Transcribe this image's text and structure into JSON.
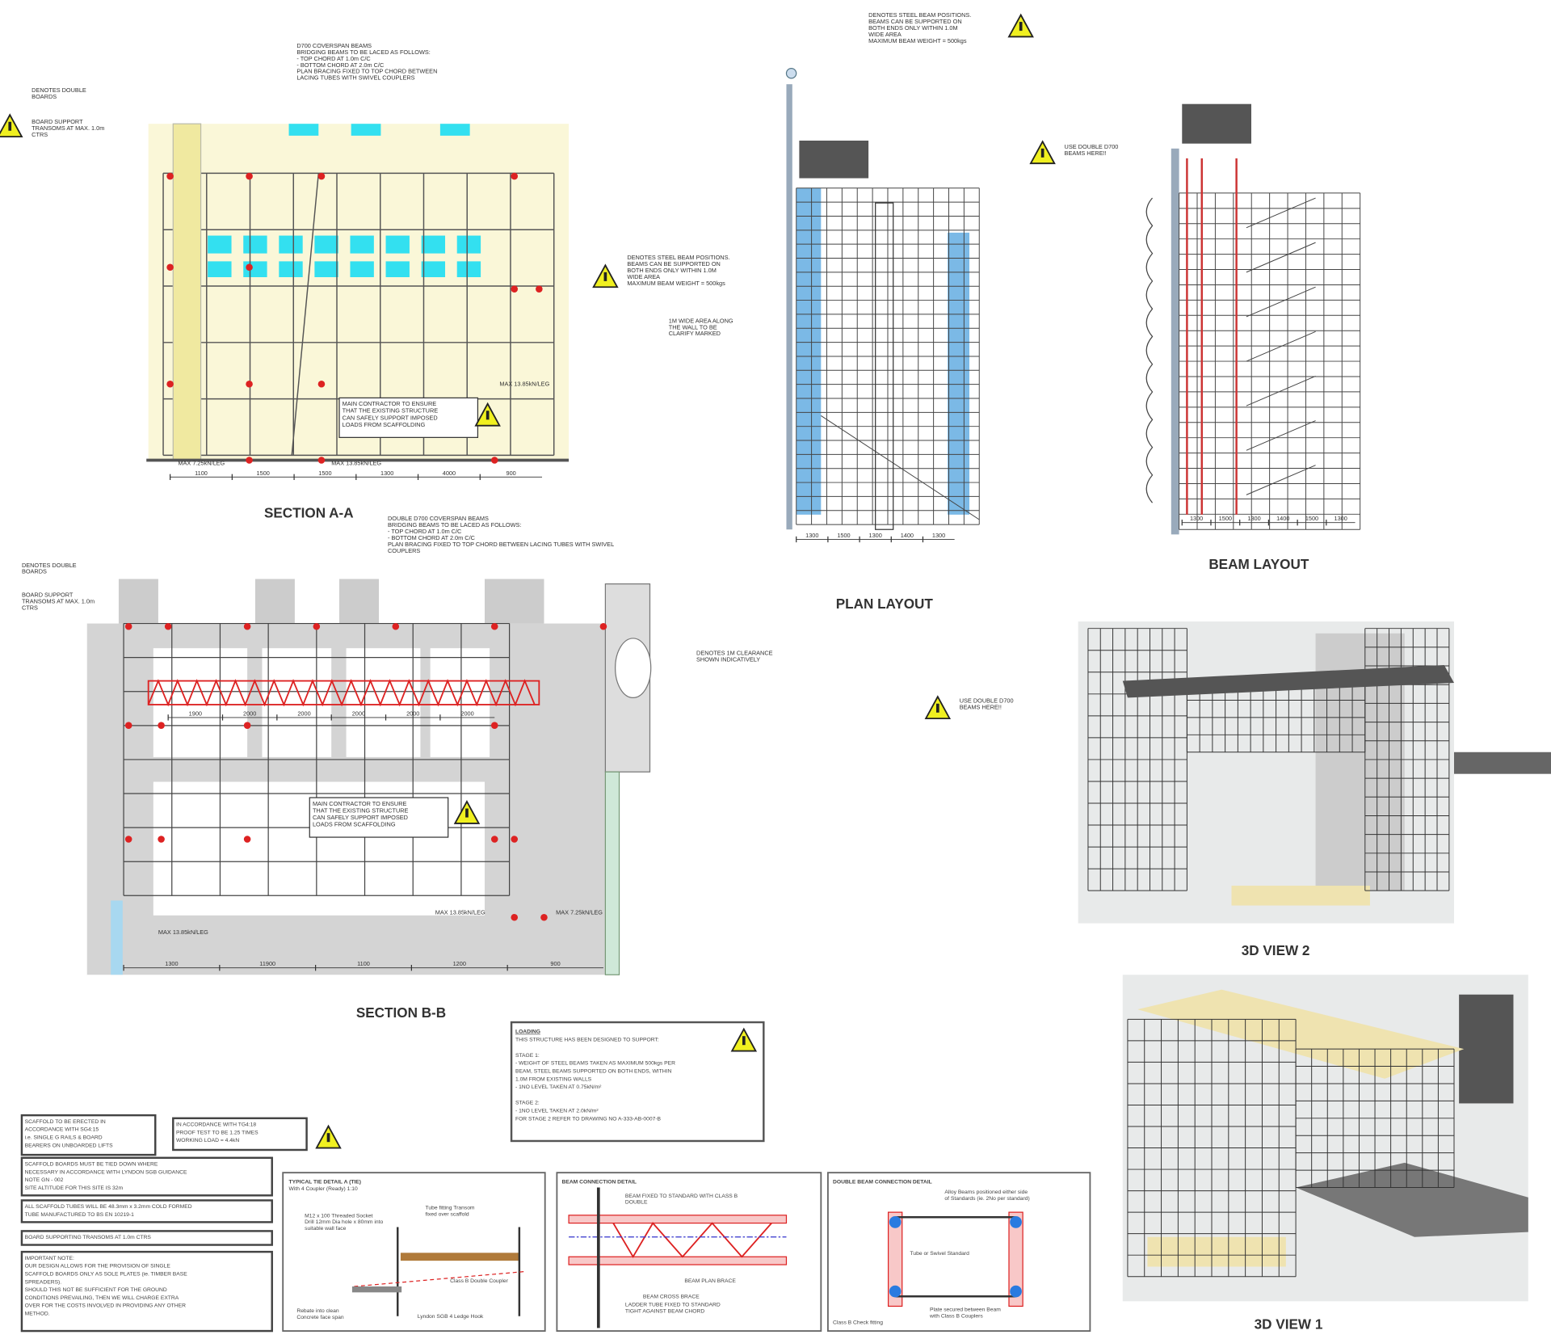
{
  "titles": {
    "section_aa": "SECTION A-A",
    "plan": "PLAN LAYOUT",
    "beam": "BEAM LAYOUT",
    "section_bb": "SECTION B-B",
    "view2": "3D VIEW 2",
    "view1": "3D VIEW 1"
  },
  "labels": {
    "aa_beams": [
      "D700 COVERSPAN BEAMS",
      "BRIDGING BEAMS TO BE LACED AS FOLLOWS:",
      "- TOP CHORD AT 1.0m C/C",
      "- BOTTOM CHORD AT 2.0m C/C",
      "PLAN BRACING FIXED TO TOP CHORD BETWEEN",
      "LACING TUBES WITH SWIVEL COUPLERS"
    ],
    "aa_double": [
      "DENOTES DOUBLE",
      "BOARDS"
    ],
    "aa_support": [
      "BOARD SUPPORT",
      "TRANSOMS AT MAX. 1.0m",
      "CTRS"
    ],
    "aa_contractor": [
      "MAIN CONTRACTOR TO ENSURE",
      "THAT THE EXISTING STRUCTURE",
      "CAN SAFELY SUPPORT IMPOSED",
      "LOADS FROM SCAFFOLDING"
    ],
    "aa_max1": "MAX 7.25kN/LEG",
    "aa_max2": "MAX 13.85kN/LEG",
    "aa_max3": "MAX 13.85kN/LEG",
    "plan_top": [
      "DENOTES STEEL BEAM POSITIONS.",
      "BEAMS CAN BE SUPPORTED ON",
      "BOTH ENDS ONLY WITHIN 1.0M",
      "WIDE AREA",
      "MAXIMUM BEAM WEIGHT = 500kgs"
    ],
    "plan_mid": [
      "DENOTES STEEL BEAM POSITIONS.",
      "BEAMS CAN BE SUPPORTED ON",
      "BOTH ENDS ONLY WITHIN 1.0M",
      "WIDE AREA",
      "MAXIMUM BEAM WEIGHT = 500kgs"
    ],
    "plan_wall": [
      "1M WIDE AREA ALONG",
      "THE WALL TO BE",
      "CLARIFY MARKED"
    ],
    "beam_red": [
      "USE DOUBLE D700",
      "BEAMS HERE!!"
    ],
    "bb_beams": [
      "DOUBLE D700 COVERSPAN BEAMS",
      "BRIDGING BEAMS TO BE LACED AS FOLLOWS:",
      "- TOP CHORD AT 1.0m C/C",
      "- BOTTOM CHORD AT 2.0m C/C",
      "PLAN BRACING FIXED TO TOP CHORD BETWEEN LACING TUBES WITH SWIVEL",
      "COUPLERS"
    ],
    "bb_double": [
      "DENOTES DOUBLE",
      "BOARDS"
    ],
    "bb_support": [
      "BOARD SUPPORT",
      "TRANSOMS AT MAX. 1.0m",
      "CTRS"
    ],
    "bb_stair": [
      "DENOTES 1M CLEARANCE",
      "SHOWN INDICATIVELY"
    ],
    "bb_contractor": [
      "MAIN CONTRACTOR TO ENSURE",
      "THAT THE EXISTING STRUCTURE",
      "CAN SAFELY SUPPORT IMPOSED",
      "LOADS FROM SCAFFOLDING"
    ],
    "bb_max1": "MAX 13.85kN/LEG",
    "bb_max2": "MAX 7.25kN/LEG",
    "bb_max3": "MAX 13.85kN/LEG",
    "v2_red": [
      "USE DOUBLE D700",
      "BEAMS HERE!!"
    ]
  },
  "loading": {
    "heading": "LOADING",
    "lines": [
      "THIS STRUCTURE HAS BEEN DESIGNED TO SUPPORT:",
      "",
      "STAGE 1:",
      "- WEIGHT OF STEEL BEAMS TAKEN AS MAXIMUM 500kgs PER",
      "BEAM, STEEL BEAMS SUPPORTED ON BOTH ENDS, WITHIN",
      "1.0M FROM EXISTING WALLS",
      "- 1NO LEVEL TAKEN AT 0.75kN/m²",
      "",
      "STAGE 2:",
      "- 1NO LEVEL TAKEN AT 2.0kN/m²",
      "FOR STAGE 2 REFER TO DRAWING NO A-333-AB-0007-B"
    ]
  },
  "notes": [
    [
      "SCAFFOLD TO BE ERECTED IN",
      "ACCORDANCE WITH SG4:15",
      "i.e. SINGLE G RAILS & BOARD",
      "BEARERS ON UNBOARDED LIFTS"
    ],
    [
      "IN ACCORDANCE WITH TG4:18",
      "PROOF TEST TO BE 1.25 TIMES",
      "WORKING LOAD = 4.4kN"
    ],
    [
      "SCAFFOLD BOARDS MUST BE TIED DOWN WHERE",
      "NECESSARY IN ACCORDANCE WITH LYNDON SGB GUIDANCE",
      "NOTE GN - 002",
      "SITE ALTITUDE FOR THIS SITE IS 32m"
    ],
    [
      "ALL SCAFFOLD TUBES WILL BE 48.3mm x 3.2mm COLD FORMED",
      "TUBE MANUFACTURED TO BS EN 10219-1"
    ],
    [
      "BOARD SUPPORTING TRANSOMS AT 1.0m CTRS"
    ],
    [
      "IMPORTANT NOTE:",
      "OUR DESIGN ALLOWS FOR THE PROVISION OF SINGLE",
      "SCAFFOLD BOARDS ONLY AS SOLE PLATES (ie. TIMBER BASE",
      "SPREADERS).",
      "SHOULD THIS NOT BE SUFFICIENT FOR THE GROUND",
      "CONDITIONS PREVAILING, THEN WE WILL CHARGE EXTRA",
      "OVER FOR THE COSTS INVOLVED IN PROVIDING ANY OTHER",
      "METHOD."
    ]
  ],
  "details": {
    "tie": {
      "title": "TYPICAL TIE DETAIL A (TIE)",
      "sub": "With 4 Coupler (Ready) 1:10",
      "a": [
        "M12 x 100 Threaded Socket",
        "Drill 12mm Dia hole x 80mm into",
        "suitable wall face"
      ],
      "b": [
        "Tube fitting Transom",
        "fixed over scaffold"
      ],
      "c": "Class B Double Coupler",
      "d": "Lyndon SGB 4 Ledge Hook",
      "e": [
        "Rebate into clean",
        "Concrete face span"
      ]
    },
    "beam": {
      "title": "BEAM CONNECTION DETAIL",
      "a": [
        "BEAM FIXED TO STANDARD WITH CLASS B",
        "DOUBLE"
      ],
      "b": "BEAM PLAN BRACE",
      "c": "BEAM CROSS BRACE",
      "d": [
        "LADDER TUBE FIXED TO STANDARD",
        "TIGHT AGAINST BEAM CHORD"
      ]
    },
    "double": {
      "title": "DOUBLE BEAM CONNECTION DETAIL",
      "a": [
        "Alloy Beams positioned either side",
        "of Standards (ie. 2No per standard)"
      ],
      "b": "Tube or Swivel Standard",
      "c": [
        "Plate secured between Beam",
        "with Class B Couplers"
      ],
      "d": "Class B Check fitting"
    }
  },
  "dims": {
    "aa_bottom": [
      "1100",
      "1500",
      "1500",
      "1300",
      "4000",
      "900"
    ],
    "bb_mid": [
      "1900",
      "2000",
      "2000",
      "2000",
      "2000",
      "2000"
    ],
    "bb_bottom": [
      "1300",
      "11900",
      "1100",
      "1200",
      "900"
    ],
    "plan_bottom": [
      "1300",
      "1500",
      "1300",
      "1400",
      "1300"
    ],
    "beam_bottom": [
      "1300",
      "1500",
      "1300",
      "1400",
      "1500",
      "1300"
    ]
  },
  "colors": {
    "cyan": "#33e0f0",
    "yellow": "#f5f0b8",
    "blue": "#5aa8e0",
    "red": "#d22",
    "gray": "#c8c8c8",
    "teal": "#3aa"
  }
}
